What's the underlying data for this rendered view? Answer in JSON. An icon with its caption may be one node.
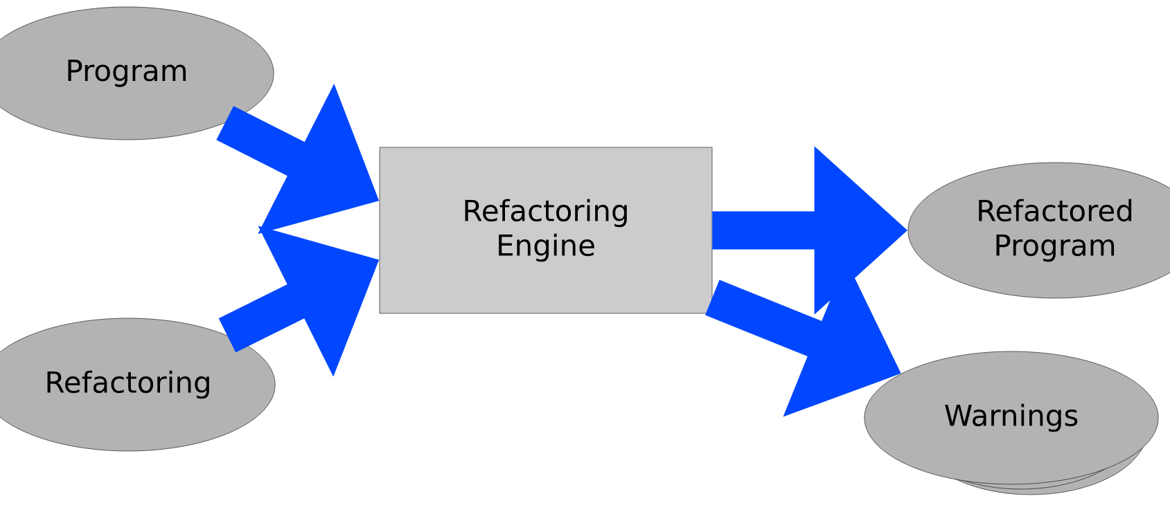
{
  "diagram": {
    "nodes": [
      {
        "text": [
          "Program"
        ]
      },
      {
        "text": [
          "Refactoring"
        ]
      },
      {
        "text": [
          "Refactoring Engine"
        ]
      },
      {
        "text": [
          "Refactored Program"
        ]
      },
      {
        "text": [
          "Warnings"
        ]
      }
    ],
    "edges": [
      {
        "from": 0,
        "to": 2,
        "arrow": "to"
      },
      {
        "from": 1,
        "to": 2,
        "arrow": "to"
      },
      {
        "from": 2,
        "to": 3,
        "arrow": "to"
      },
      {
        "from": 2,
        "to": 4,
        "arrow": "to"
      }
    ]
  }
}
